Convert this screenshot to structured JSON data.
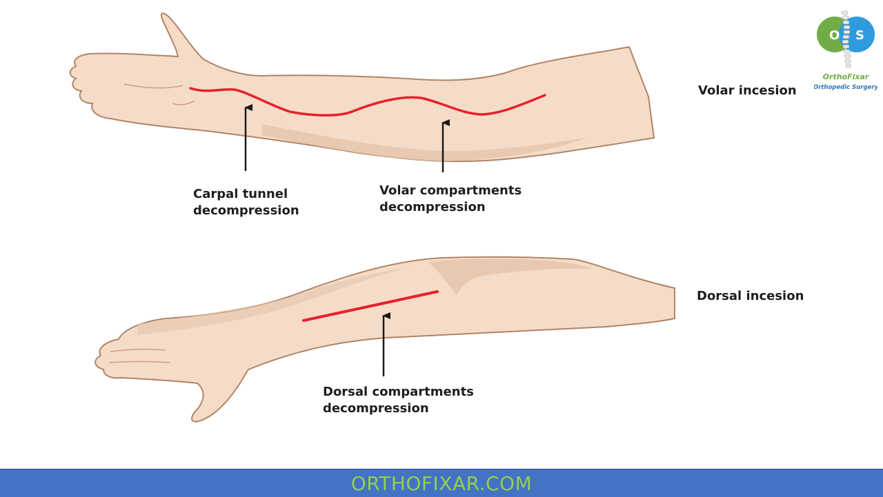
{
  "diagram": {
    "volar": {
      "side_label": "Volar incesion",
      "annotations": [
        {
          "line1": "Carpal tunnel",
          "line2": "decompression"
        },
        {
          "line1": "Volar compartments",
          "line2": "decompression"
        }
      ]
    },
    "dorsal": {
      "side_label": "Dorsal incesion",
      "annotations": [
        {
          "line1": "Dorsal compartments",
          "line2": "decompression"
        }
      ]
    },
    "colors": {
      "skin": "#f5dcc8",
      "skin_shadow": "#e5c4ab",
      "outline": "#b08466",
      "incision": "#e8202a",
      "arrow": "#1a1a1a"
    }
  },
  "logo": {
    "title": "OrthoFixar",
    "subtitle": "Orthopedic Surgery",
    "letters": [
      "O",
      "S"
    ]
  },
  "footer": {
    "text": "ORTHOFIXAR.COM"
  }
}
